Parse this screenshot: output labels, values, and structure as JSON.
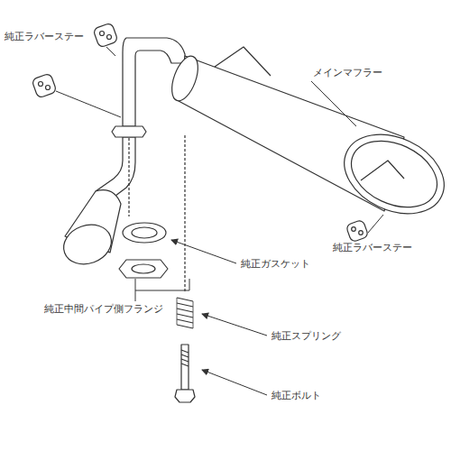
{
  "diagram": {
    "labels": [
      "純正ラバーステー",
      "メインマフラー",
      "純正ラバーステー",
      "純正ガスケット",
      "純正中間パイプ側フランジ",
      "純正スプリング",
      "純正ボルト"
    ]
  }
}
